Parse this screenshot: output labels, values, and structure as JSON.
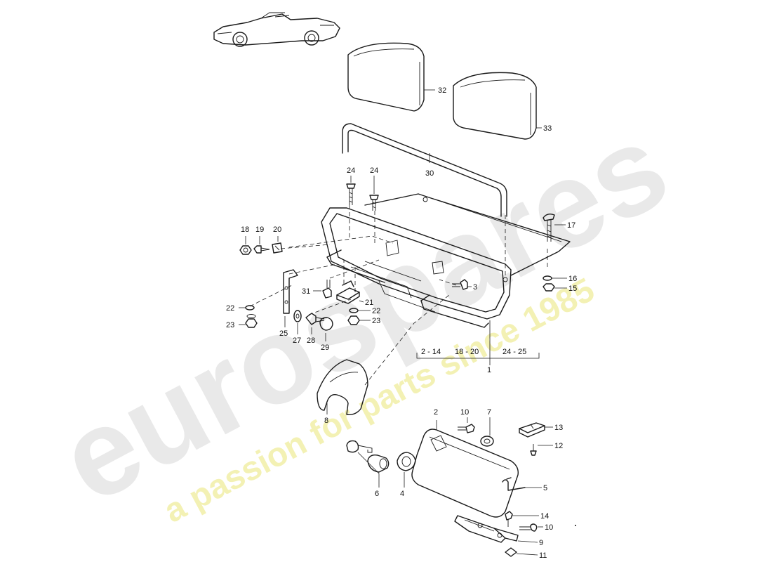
{
  "watermark": {
    "brand": "eurospares",
    "tagline": "a passion for parts since 1985",
    "brand_color": "#e9e9e9",
    "tagline_color": "#f3f1b4"
  },
  "callouts": {
    "c1": "1",
    "c2": "2",
    "c3": "3",
    "c4": "4",
    "c5": "5",
    "c6": "6",
    "c7": "7",
    "c8": "8",
    "c9": "9",
    "c10a": "10",
    "c10b": "10",
    "c11": "11",
    "c12": "12",
    "c13": "13",
    "c14": "14",
    "c15": "15",
    "c16": "16",
    "c17": "17",
    "c18": "18",
    "c19": "19",
    "c20": "20",
    "c21": "21",
    "c22a": "22",
    "c22b": "22",
    "c23a": "23",
    "c23b": "23",
    "c24a": "24",
    "c24b": "24",
    "c25": "25",
    "c27": "27",
    "c28": "28",
    "c29": "29",
    "c30": "30",
    "c31": "31",
    "c32": "32",
    "c33": "33"
  },
  "groups": {
    "g1": "2 - 14",
    "g2": "18 - 20",
    "g3": "24 - 25"
  },
  "icons": [
    "car-thumbnail-icon",
    "headrest-icon",
    "roll-bar-icon",
    "screw-icon",
    "nut-icon",
    "washer-icon",
    "key-icon",
    "lock-cylinder-icon",
    "glovebox-lid-icon",
    "hinge-icon",
    "cover-icon"
  ]
}
